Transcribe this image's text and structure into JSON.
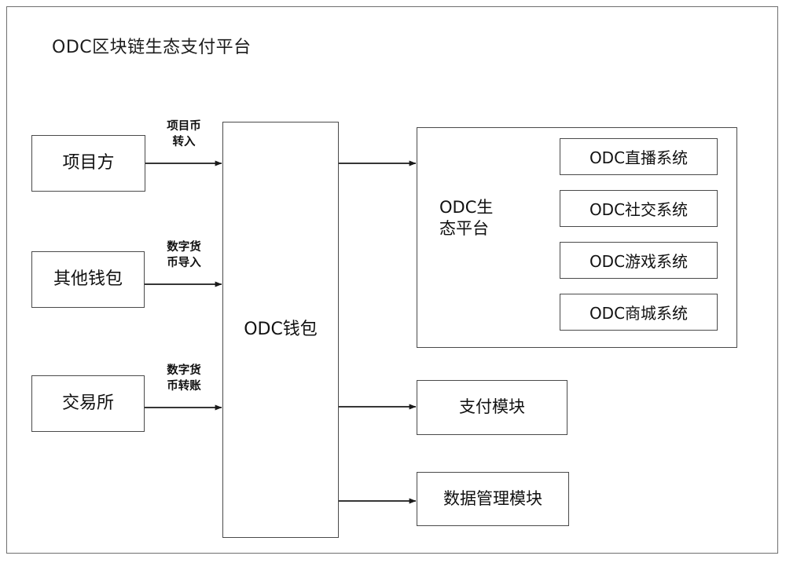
{
  "diagram": {
    "title": "ODC区块链生态支付平台",
    "type": "block-flow-diagram",
    "frame_color": "#6f6f6f",
    "line_color": "#1a1a1a",
    "box_border_color": "#4a4a4a",
    "background": "#ffffff"
  },
  "sources": [
    {
      "id": "project-party",
      "label": "项目方"
    },
    {
      "id": "other-wallet",
      "label": "其他钱包"
    },
    {
      "id": "exchange",
      "label": "交易所"
    }
  ],
  "edge_labels": [
    {
      "id": "project-token-transfer-in",
      "text": "项目币\n转入"
    },
    {
      "id": "digital-currency-import",
      "text": "数字货\n币导入"
    },
    {
      "id": "digital-currency-transfer",
      "text": "数字货\n币转账"
    }
  ],
  "hub": {
    "id": "odc-wallet",
    "label": "ODC钱包"
  },
  "ecosystem": {
    "label": "ODC生\n态平台",
    "subsystems": [
      {
        "id": "odc-live-system",
        "label": "ODC直播系统"
      },
      {
        "id": "odc-social-system",
        "label": "ODC社交系统"
      },
      {
        "id": "odc-game-system",
        "label": "ODC游戏系统"
      },
      {
        "id": "odc-mall-system",
        "label": "ODC商城系统"
      }
    ]
  },
  "modules": [
    {
      "id": "payment-module",
      "label": "支付模块"
    },
    {
      "id": "data-management-module",
      "label": "数据管理模块"
    }
  ]
}
